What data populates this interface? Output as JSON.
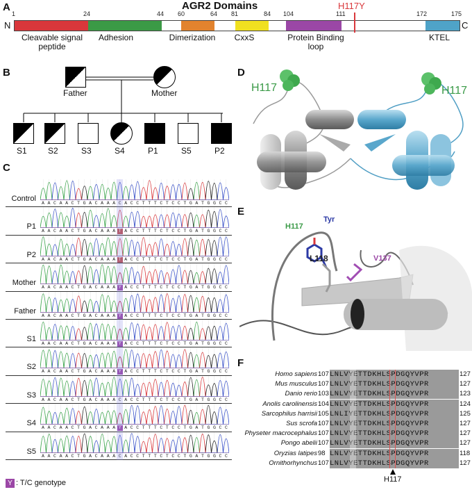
{
  "panels": {
    "a": "A",
    "b": "B",
    "c": "C",
    "d": "D",
    "e": "E",
    "f": "F"
  },
  "domains": {
    "title": "AGR2 Domains",
    "mutation_label": "H117Y",
    "n_term": "N",
    "c_term": "C",
    "ticks": [
      "1",
      "24",
      "44",
      "60",
      "64",
      "81",
      "84",
      "104",
      "111",
      "172",
      "175"
    ],
    "segments": [
      {
        "name": "Cleavable signal peptide",
        "label1": "Cleavable signal",
        "label2": "peptide",
        "color": "#d9373b"
      },
      {
        "name": "Adhesion",
        "label1": "Adhesion",
        "label2": "",
        "color": "#3b9a46"
      },
      {
        "name": "Dimerization",
        "label1": "Dimerization",
        "label2": "",
        "color": "#e2832e"
      },
      {
        "name": "CxxS",
        "label1": "CxxS",
        "label2": "",
        "color": "#f0e020"
      },
      {
        "name": "Protein Binding loop",
        "label1": "Protein Binding",
        "label2": "loop",
        "color": "#9b47a6"
      },
      {
        "name": "KTEL",
        "label1": "KTEL",
        "label2": "",
        "color": "#4fa3c8"
      }
    ]
  },
  "pedigree": {
    "father": "Father",
    "mother": "Mother",
    "children": [
      "S1",
      "S2",
      "S3",
      "S4",
      "P1",
      "S5",
      "P2"
    ]
  },
  "chromatograms": {
    "labels": [
      "Control",
      "P1",
      "P2",
      "Mother",
      "Father",
      "S1",
      "S2",
      "S3",
      "S4",
      "S5"
    ],
    "sequence": [
      "A",
      "A",
      "C",
      "A",
      "A",
      "C",
      "T",
      "G",
      "A",
      "C",
      "A",
      "A",
      "A",
      "C",
      "A",
      "C",
      "C",
      "T",
      "T",
      "T",
      "C",
      "T",
      "C",
      "C",
      "T",
      "G",
      "A",
      "T",
      "G",
      "G",
      "C",
      "C"
    ],
    "variant_bases": [
      "C",
      "T",
      "T",
      "Y",
      "Y",
      "Y",
      "Y",
      "C",
      "Y",
      "C"
    ],
    "legend_symbol": "Y",
    "legend_text": ": T/C genotype"
  },
  "structure": {
    "d_label_left": "H117",
    "d_label_right": "H117",
    "e_h117": "H117",
    "e_tyr": "Tyr",
    "e_l118": "L118",
    "e_v137": "V137"
  },
  "alignment": {
    "rows": [
      {
        "species": "Homo sapiens",
        "start": "107",
        "seq": "LNLVYETTDKHLSPDGQYVPR",
        "end": "127"
      },
      {
        "species": "Mus musculus",
        "start": "107",
        "seq": "LNLVYETTDKHLSPDGQYVPR",
        "end": "127"
      },
      {
        "species": "Danio rerio",
        "start": "103",
        "seq": "LNLVYETTDKHLSPDGQYVPR",
        "end": "123"
      },
      {
        "species": "Anolis carolinensis",
        "start": "104",
        "seq": "LNLVYETTDKHLSPDGQYVPR",
        "end": "124"
      },
      {
        "species": "Sarcophilus harrisii",
        "start": "105",
        "seq": "LNLIYETTDKHLSPDGQYVPR",
        "end": "125"
      },
      {
        "species": "Sus scrofa",
        "start": "107",
        "seq": "LNLVYETTDKHLSPDGQYVPR",
        "end": "127"
      },
      {
        "species": "Physeter macrocephalus",
        "start": "107",
        "seq": "LNLVYETTDKHLSPDGQYVPR",
        "end": "127"
      },
      {
        "species": "Pongo abelii",
        "start": "107",
        "seq": "LNLVYETTDKHLSPDGQYVPR",
        "end": "127"
      },
      {
        "species": "Oryzias latipes",
        "start": "98",
        "seq": "LNLVYETTDKHLSPDGQYVPR",
        "end": "118"
      },
      {
        "species": "Ornithorhynchus",
        "start": "107",
        "seq": "LNLVYETTDKHLSPDGQYVPR",
        "end": "127"
      }
    ],
    "marker": "H117"
  }
}
